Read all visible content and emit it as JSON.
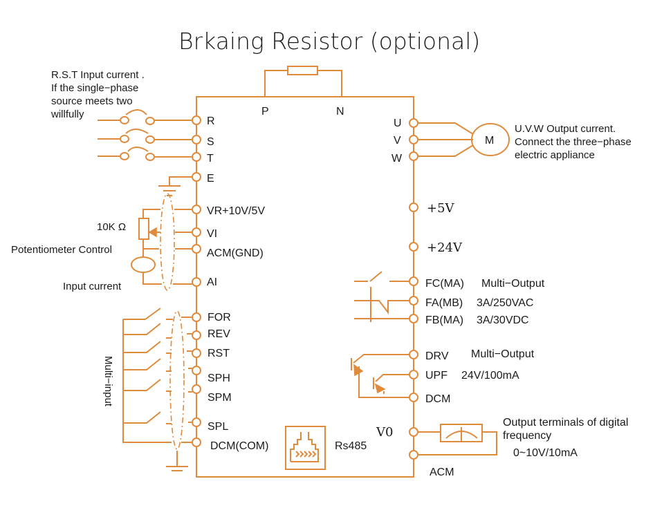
{
  "title": "Brkaing Resistor (optional)",
  "braking": {
    "p_label": "P",
    "n_label": "N"
  },
  "input_note": {
    "lines": [
      "R.S.T Input current .",
      "If the single−phase",
      "source meets two",
      "willfully"
    ]
  },
  "left_terminals": {
    "power": [
      "R",
      "S",
      "T",
      "E"
    ],
    "analog": [
      "VR+10V/5V",
      "VI",
      "ACM(GND)",
      "AI"
    ],
    "digital": [
      "FOR",
      "REV",
      "RST",
      "SPH",
      "SPM",
      "SPL",
      "DCM(COM)"
    ]
  },
  "analog_labels": {
    "resistor": "10K Ω",
    "potentiometer": "Potentiometer Control",
    "input_current": "Input current"
  },
  "multi_input_label": "Multi−input",
  "rs485_label": "Rs485",
  "right_terminals": {
    "motor": [
      "U",
      "V",
      "W"
    ],
    "motor_symbol": "M",
    "supply": [
      "+5V",
      "+24V"
    ],
    "relay": [
      "FC(MA)",
      "FA(MB)",
      "FB(MA)"
    ],
    "open_collector": [
      "DRV",
      "UPF",
      "DCM"
    ],
    "analog_out": [
      "V0",
      "ACM"
    ]
  },
  "motor_note": {
    "lines": [
      "U.V.W Output current.",
      "Connect the three−phase",
      "electric appliance"
    ]
  },
  "relay_notes": [
    "Multi−Output",
    "3A/250VAC",
    "3A/30VDC"
  ],
  "oc_notes": [
    "Multi−Output",
    "24V/100mA"
  ],
  "analog_out_note": {
    "lines": [
      "Output terminals of digital",
      "frequency",
      "0~10V/10mA"
    ]
  },
  "colors": {
    "wire": "#e08a3c",
    "text": "#1a1a1a",
    "background": "#ffffff"
  }
}
